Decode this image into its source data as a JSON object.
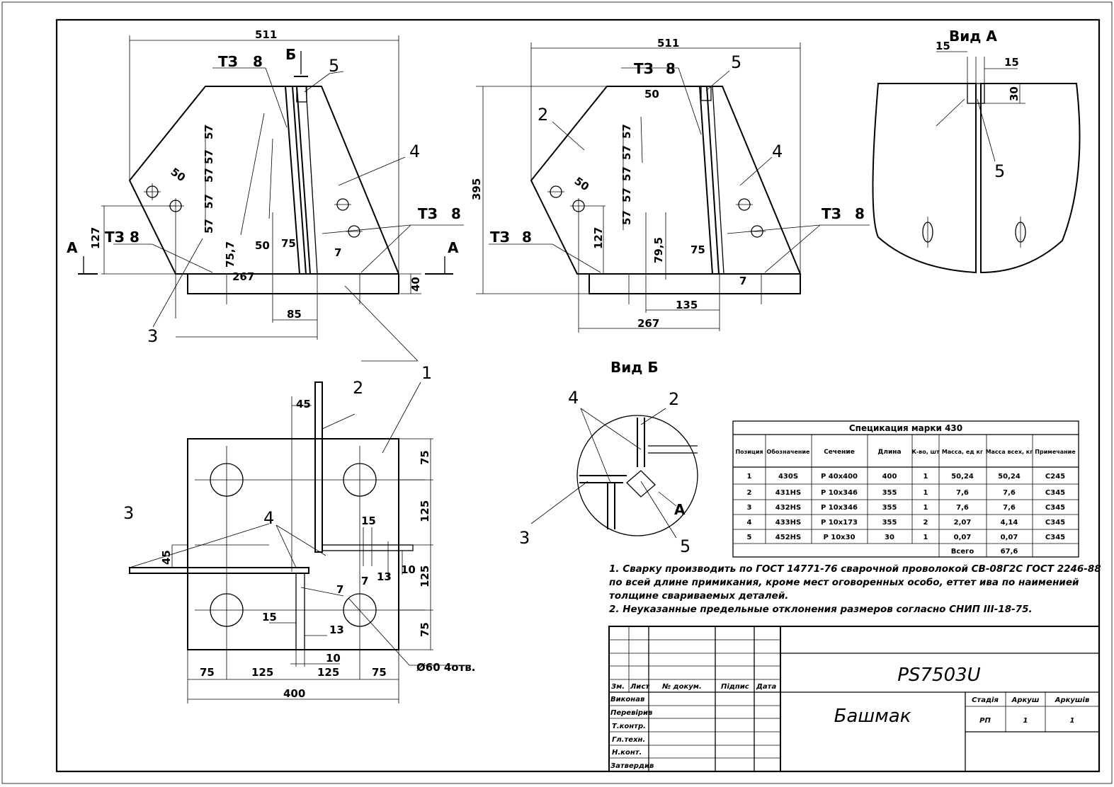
{
  "views": {
    "view_a_title": "Вид А",
    "view_b_title": "Вид Б",
    "section_mark": "А",
    "view_mark_b": "Б",
    "weld_label": "ТЗ",
    "weld_size": "8"
  },
  "dimensions": {
    "d511": "511",
    "d395": "395",
    "d127": "127",
    "d267": "267",
    "d85": "85",
    "d135": "135",
    "d40": "40",
    "d75_7": "75,7",
    "d79_5": "79,5",
    "d50": "50",
    "d57": "57",
    "d7": "7",
    "d75": "75",
    "d15": "15",
    "d30": "30",
    "d45": "45",
    "d125": "125",
    "d400": "400",
    "d10": "10",
    "d13": "13",
    "holes": "Ø60 4отв."
  },
  "positions": [
    "1",
    "2",
    "3",
    "4",
    "5"
  ],
  "spec": {
    "title": "Специкация марки 430",
    "headers": [
      "Позиция",
      "Обозначение",
      "Сечение",
      "Длина",
      "К-во, шт",
      "Масса, ед кг",
      "Масса всех, кг",
      "Примечание"
    ],
    "rows": [
      [
        "1",
        "430S",
        "P  40x400",
        "400",
        "1",
        "50,24",
        "50,24",
        "C245"
      ],
      [
        "2",
        "431HS",
        "P  10x346",
        "355",
        "1",
        "7,6",
        "7,6",
        "C345"
      ],
      [
        "3",
        "432HS",
        "P  10x346",
        "355",
        "1",
        "7,6",
        "7,6",
        "C345"
      ],
      [
        "4",
        "433HS",
        "P  10x173",
        "355",
        "2",
        "2,07",
        "4,14",
        "C345"
      ],
      [
        "5",
        "452HS",
        "P  10x30",
        "30",
        "1",
        "0,07",
        "0,07",
        "C345"
      ]
    ],
    "total_label": "Всего",
    "total_value": "67,6"
  },
  "notes": [
    "1. Сварку производить по ГОСТ 14771-76 сварочной проволокой СВ-08Г2С ГОСТ 2246-88",
    "по всей длине примикания, кроме мест оговоренных особо, еттет ива по наименией",
    "толщине свариваемых деталей.",
    "2. Неуказанные предельные отклонения размеров согласно СНИП III-18-75."
  ],
  "title_block": {
    "code": "PS7503U",
    "name": "Башмак",
    "col_headers": [
      "Зм.",
      "Лист",
      "№ докум.",
      "Підпис",
      "Дата"
    ],
    "roles": [
      "Виконав",
      "Перевірив",
      "Т.контр.",
      "Гл.техн.",
      "Н.конт.",
      "Затвердив"
    ],
    "stage_label": "Стадія",
    "sheet_label": "Аркуш",
    "sheets_label": "Аркушів",
    "stage": "РП",
    "sheet": "1",
    "sheets": "1"
  }
}
